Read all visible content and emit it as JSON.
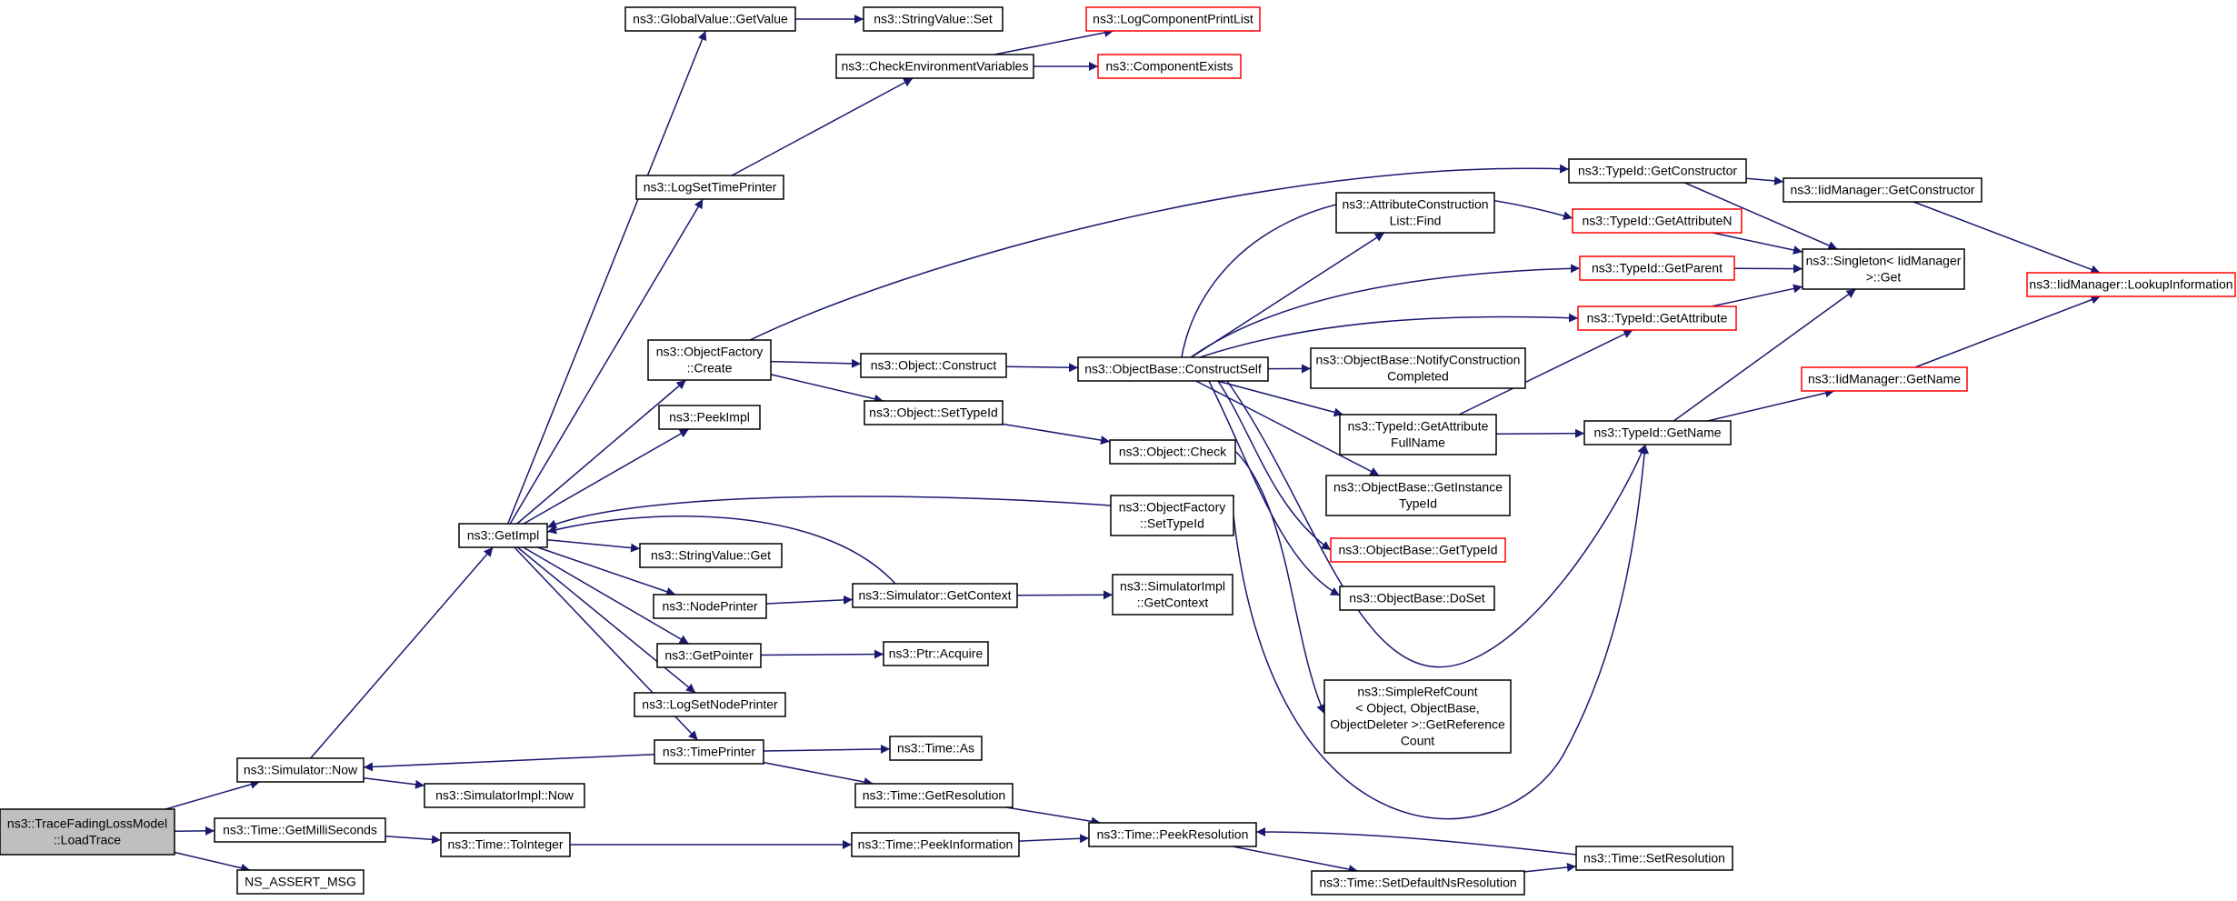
{
  "colors": {
    "edge": "#191970",
    "node_border": "#000000",
    "node_border_truncated": "#ff0000",
    "root_fill": "#bfbfbf",
    "background": "#ffffff"
  },
  "nodes": [
    {
      "id": "root",
      "lines": [
        "ns3::TraceFadingLossModel",
        "::LoadTrace"
      ],
      "style": "root"
    },
    {
      "id": "simnow",
      "lines": [
        "ns3::Simulator::Now"
      ],
      "style": "normal"
    },
    {
      "id": "getms",
      "lines": [
        "ns3::Time::GetMilliSeconds"
      ],
      "style": "normal"
    },
    {
      "id": "nsassert",
      "lines": [
        "NS_ASSERT_MSG"
      ],
      "style": "normal"
    },
    {
      "id": "getimpl",
      "lines": [
        "ns3::GetImpl"
      ],
      "style": "normal"
    },
    {
      "id": "simimplnow",
      "lines": [
        "ns3::SimulatorImpl::Now"
      ],
      "style": "normal"
    },
    {
      "id": "tointeger",
      "lines": [
        "ns3::Time::ToInteger"
      ],
      "style": "normal"
    },
    {
      "id": "gvgetvalue",
      "lines": [
        "ns3::GlobalValue::GetValue"
      ],
      "style": "normal"
    },
    {
      "id": "logsettimeprinter",
      "lines": [
        "ns3::LogSetTimePrinter"
      ],
      "style": "normal"
    },
    {
      "id": "ofcreate",
      "lines": [
        "ns3::ObjectFactory",
        "::Create"
      ],
      "style": "normal"
    },
    {
      "id": "peekimpl",
      "lines": [
        "ns3::PeekImpl"
      ],
      "style": "normal"
    },
    {
      "id": "svget",
      "lines": [
        "ns3::StringValue::Get"
      ],
      "style": "normal"
    },
    {
      "id": "nodeprinter",
      "lines": [
        "ns3::NodePrinter"
      ],
      "style": "normal"
    },
    {
      "id": "getpointer",
      "lines": [
        "ns3::GetPointer"
      ],
      "style": "normal"
    },
    {
      "id": "logsetnodeprinter",
      "lines": [
        "ns3::LogSetNodePrinter"
      ],
      "style": "normal"
    },
    {
      "id": "timeprinter",
      "lines": [
        "ns3::TimePrinter"
      ],
      "style": "normal"
    },
    {
      "id": "svset",
      "lines": [
        "ns3::StringValue::Set"
      ],
      "style": "normal"
    },
    {
      "id": "checkenv",
      "lines": [
        "ns3::CheckEnvironmentVariables"
      ],
      "style": "normal"
    },
    {
      "id": "logcomplist",
      "lines": [
        "ns3::LogComponentPrintList"
      ],
      "style": "red"
    },
    {
      "id": "compexists",
      "lines": [
        "ns3::ComponentExists"
      ],
      "style": "red"
    },
    {
      "id": "objconstruct",
      "lines": [
        "ns3::Object::Construct"
      ],
      "style": "normal"
    },
    {
      "id": "objsettypeid",
      "lines": [
        "ns3::Object::SetTypeId"
      ],
      "style": "normal"
    },
    {
      "id": "simgetcontext",
      "lines": [
        "ns3::Simulator::GetContext"
      ],
      "style": "normal"
    },
    {
      "id": "ptracquire",
      "lines": [
        "ns3::Ptr::Acquire"
      ],
      "style": "normal"
    },
    {
      "id": "timeas",
      "lines": [
        "ns3::Time::As"
      ],
      "style": "normal"
    },
    {
      "id": "timegetres",
      "lines": [
        "ns3::Time::GetResolution"
      ],
      "style": "normal"
    },
    {
      "id": "peekinfo",
      "lines": [
        "ns3::Time::PeekInformation"
      ],
      "style": "normal"
    },
    {
      "id": "obconstructself",
      "lines": [
        "ns3::ObjectBase::ConstructSelf"
      ],
      "style": "normal"
    },
    {
      "id": "objcheck",
      "lines": [
        "ns3::Object::Check"
      ],
      "style": "normal"
    },
    {
      "id": "ofsettypeid",
      "lines": [
        "ns3::ObjectFactory",
        "::SetTypeId"
      ],
      "style": "normal"
    },
    {
      "id": "simimplgetcontext",
      "lines": [
        "ns3::SimulatorImpl",
        "::GetContext"
      ],
      "style": "normal"
    },
    {
      "id": "peekres",
      "lines": [
        "ns3::Time::PeekResolution"
      ],
      "style": "normal"
    },
    {
      "id": "acfind",
      "lines": [
        "ns3::AttributeConstruction",
        "List::Find"
      ],
      "style": "normal"
    },
    {
      "id": "notifyconstruction",
      "lines": [
        "ns3::ObjectBase::NotifyConstruction",
        "Completed"
      ],
      "style": "normal"
    },
    {
      "id": "getattrfullname",
      "lines": [
        "ns3::TypeId::GetAttribute",
        "FullName"
      ],
      "style": "normal"
    },
    {
      "id": "getinstancetypeid",
      "lines": [
        "ns3::ObjectBase::GetInstance",
        "TypeId"
      ],
      "style": "normal"
    },
    {
      "id": "obgettypeid",
      "lines": [
        "ns3::ObjectBase::GetTypeId"
      ],
      "style": "red"
    },
    {
      "id": "obdoset",
      "lines": [
        "ns3::ObjectBase::DoSet"
      ],
      "style": "normal"
    },
    {
      "id": "simplerefcount",
      "lines": [
        "ns3::SimpleRefCount",
        "< Object, ObjectBase,",
        "ObjectDeleter >::GetReference",
        "Count"
      ],
      "style": "normal"
    },
    {
      "id": "setdefaultnsres",
      "lines": [
        "ns3::Time::SetDefaultNsResolution"
      ],
      "style": "normal"
    },
    {
      "id": "tidgetconstructor",
      "lines": [
        "ns3::TypeId::GetConstructor"
      ],
      "style": "normal"
    },
    {
      "id": "tidgetattributen",
      "lines": [
        "ns3::TypeId::GetAttributeN"
      ],
      "style": "red"
    },
    {
      "id": "tidgetparent",
      "lines": [
        "ns3::TypeId::GetParent"
      ],
      "style": "red"
    },
    {
      "id": "tidgetattribute",
      "lines": [
        "ns3::TypeId::GetAttribute"
      ],
      "style": "red"
    },
    {
      "id": "tidgetname",
      "lines": [
        "ns3::TypeId::GetName"
      ],
      "style": "normal"
    },
    {
      "id": "timesetres",
      "lines": [
        "ns3::Time::SetResolution"
      ],
      "style": "normal"
    },
    {
      "id": "iidgetconstructor",
      "lines": [
        "ns3::IidManager::GetConstructor"
      ],
      "style": "normal"
    },
    {
      "id": "singletonget",
      "lines": [
        "ns3::Singleton< IidManager",
        ">::Get"
      ],
      "style": "normal"
    },
    {
      "id": "iidgetname",
      "lines": [
        "ns3::IidManager::GetName"
      ],
      "style": "red"
    },
    {
      "id": "iidlookup",
      "lines": [
        "ns3::IidManager::LookupInformation"
      ],
      "style": "red"
    }
  ],
  "edges": [
    [
      "root",
      "simnow"
    ],
    [
      "root",
      "getms"
    ],
    [
      "root",
      "nsassert"
    ],
    [
      "simnow",
      "getimpl"
    ],
    [
      "simnow",
      "simimplnow"
    ],
    [
      "getms",
      "tointeger"
    ],
    [
      "getimpl",
      "gvgetvalue"
    ],
    [
      "getimpl",
      "logsettimeprinter"
    ],
    [
      "getimpl",
      "ofcreate"
    ],
    [
      "getimpl",
      "peekimpl"
    ],
    [
      "getimpl",
      "svget"
    ],
    [
      "getimpl",
      "nodeprinter"
    ],
    [
      "getimpl",
      "getpointer"
    ],
    [
      "getimpl",
      "logsetnodeprinter"
    ],
    [
      "getimpl",
      "timeprinter"
    ],
    [
      "gvgetvalue",
      "svset"
    ],
    [
      "logsettimeprinter",
      "checkenv"
    ],
    [
      "checkenv",
      "logcomplist"
    ],
    [
      "checkenv",
      "compexists"
    ],
    [
      "ofcreate",
      "objconstruct"
    ],
    [
      "ofcreate",
      "objsettypeid"
    ],
    [
      "ofcreate",
      "tidgetconstructor"
    ],
    [
      "nodeprinter",
      "simgetcontext"
    ],
    [
      "simgetcontext",
      "getimpl"
    ],
    [
      "simgetcontext",
      "simimplgetcontext"
    ],
    [
      "getpointer",
      "ptracquire"
    ],
    [
      "timeprinter",
      "simnow"
    ],
    [
      "timeprinter",
      "timeas"
    ],
    [
      "timeprinter",
      "timegetres"
    ],
    [
      "tointeger",
      "peekinfo"
    ],
    [
      "timegetres",
      "peekres"
    ],
    [
      "peekinfo",
      "peekres"
    ],
    [
      "objconstruct",
      "obconstructself"
    ],
    [
      "objsettypeid",
      "objcheck"
    ],
    [
      "objcheck",
      "simplerefcount"
    ],
    [
      "ofsettypeid",
      "getimpl"
    ],
    [
      "obconstructself",
      "acfind"
    ],
    [
      "obconstructself",
      "notifyconstruction"
    ],
    [
      "obconstructself",
      "getattrfullname"
    ],
    [
      "obconstructself",
      "getinstancetypeid"
    ],
    [
      "obconstructself",
      "obgettypeid"
    ],
    [
      "obconstructself",
      "obdoset"
    ],
    [
      "obconstructself",
      "tidgetattributen"
    ],
    [
      "obconstructself",
      "tidgetparent"
    ],
    [
      "obconstructself",
      "tidgetattribute"
    ],
    [
      "obconstructself",
      "tidgetname"
    ],
    [
      "ofsettypeid",
      "tidgetname"
    ],
    [
      "getattrfullname",
      "tidgetattribute"
    ],
    [
      "getattrfullname",
      "tidgetname"
    ],
    [
      "peekres",
      "setdefaultnsres"
    ],
    [
      "setdefaultnsres",
      "timesetres"
    ],
    [
      "timesetres",
      "peekres"
    ],
    [
      "tidgetconstructor",
      "iidgetconstructor"
    ],
    [
      "tidgetconstructor",
      "singletonget"
    ],
    [
      "tidgetattributen",
      "singletonget"
    ],
    [
      "tidgetparent",
      "singletonget"
    ],
    [
      "tidgetattribute",
      "singletonget"
    ],
    [
      "tidgetname",
      "singletonget"
    ],
    [
      "tidgetname",
      "iidgetname"
    ],
    [
      "iidgetconstructor",
      "iidlookup"
    ],
    [
      "iidgetname",
      "iidlookup"
    ]
  ]
}
